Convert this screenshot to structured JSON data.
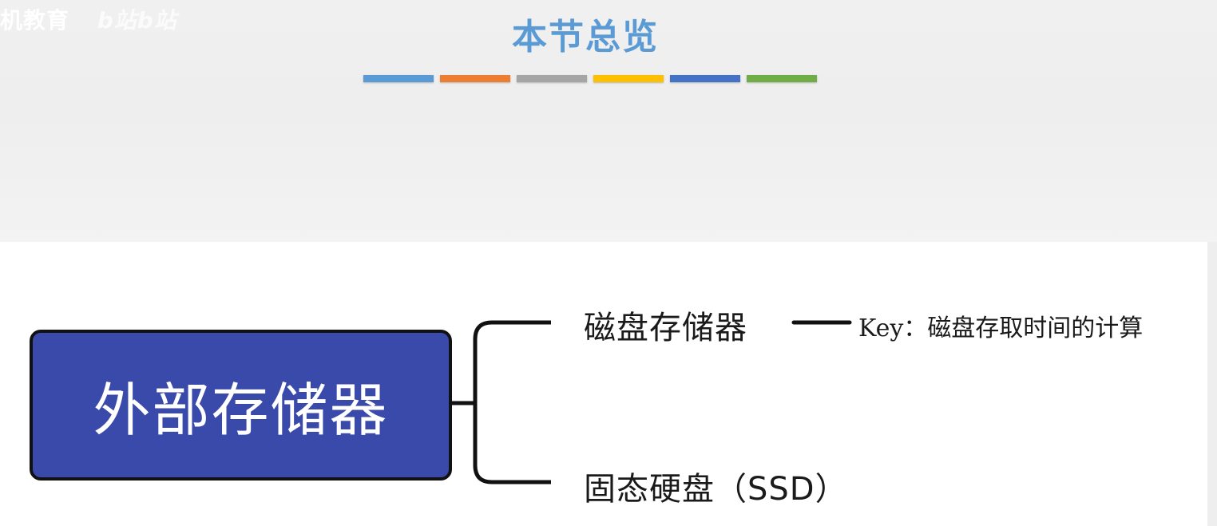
{
  "watermark": {
    "text": "机教育",
    "logo": "b站b站"
  },
  "title": "本节总览",
  "accent_bars": [
    "#5b9bd5",
    "#ed7d31",
    "#a5a5a5",
    "#ffc000",
    "#4472c4",
    "#70ad47"
  ],
  "diagram": {
    "root": "外部存储器",
    "children": [
      {
        "label": "磁盘存储器",
        "note_key": "Key：",
        "note_text": "磁盘存取时间的计算"
      },
      {
        "label": "固态硬盘（SSD）"
      }
    ]
  },
  "colors": {
    "title": "#5b9bd5",
    "root_fill": "#3a4aab",
    "stroke": "#111111"
  }
}
